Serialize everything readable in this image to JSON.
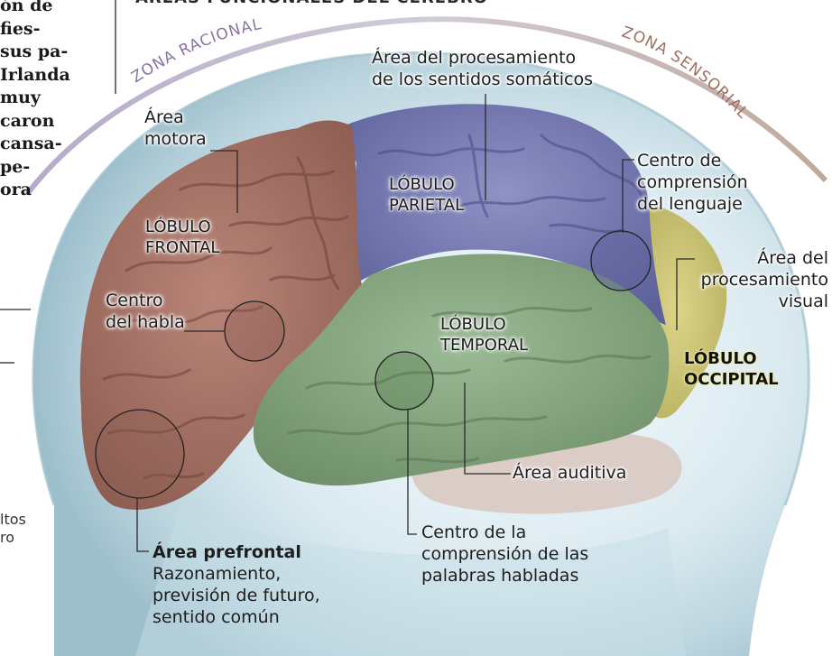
{
  "header": {
    "title": "ÁREAS FUNCIONALES DEL CEREBRO"
  },
  "article_fragment": {
    "lines": [
      "ón de",
      "fies-",
      "sus pa-",
      "Irlanda",
      "muy",
      "caron",
      "cansa-",
      "pe-",
      "ora"
    ]
  },
  "caption_fragment": {
    "lines": [
      "ltos",
      "ro"
    ]
  },
  "zones": {
    "rational": "ZONA RACIONAL",
    "sensory": "ZONA SENSORIAL"
  },
  "lobes": {
    "frontal": [
      "LÓBULO",
      "FRONTAL"
    ],
    "parietal": [
      "LÓBULO",
      "PARIETAL"
    ],
    "temporal": [
      "LÓBULO",
      "TEMPORAL"
    ],
    "occipital": [
      "LÓBULO",
      "OCCIPITAL"
    ]
  },
  "areas": {
    "somatic": [
      "Área del procesamiento",
      "de los sentidos somáticos"
    ],
    "motor": [
      "Área",
      "motora"
    ],
    "speech": [
      "Centro",
      "del habla"
    ],
    "language": [
      "Centro de",
      "comprensión",
      "del lenguaje"
    ],
    "visual": [
      "Área del",
      "procesamiento",
      "visual"
    ],
    "auditory": "Área auditiva",
    "spoken_words": [
      "Centro de la",
      "comprensión de las",
      "palabras habladas"
    ],
    "prefrontal": {
      "title": "Área prefrontal",
      "description": [
        "Razonamiento,",
        "previsión de futuro,",
        "sentido común"
      ]
    }
  },
  "colors": {
    "frontal": "#a9766a",
    "parietal": "#7d80b6",
    "temporal": "#8cab86",
    "occipital": "#cdc679",
    "head": "#cfe3ea",
    "arc": "#9a8aa8"
  }
}
